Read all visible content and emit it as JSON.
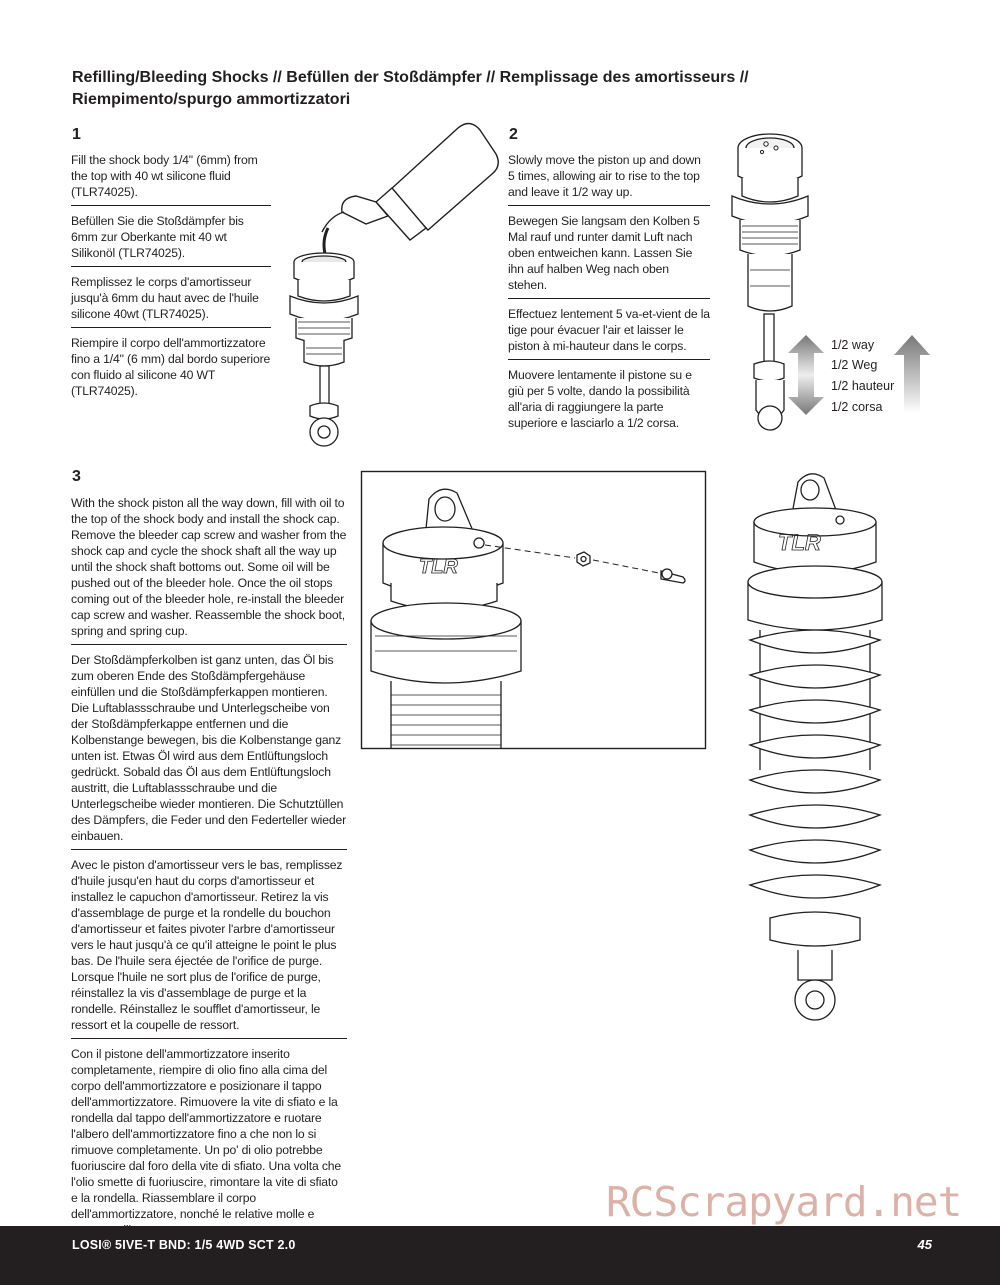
{
  "page_title": {
    "line1": "Refilling/Bleeding Shocks // Befüllen der Stoßdämpfer // Remplissage des amortisseurs //",
    "line2": "Riempimento/spurgo ammortizzatori"
  },
  "step1": {
    "number": "1",
    "paragraphs": [
      "Fill the shock body 1/4\" (6mm) from the top with 40 wt silicone fluid (TLR74025).",
      "Befüllen Sie die Stoßdämpfer bis 6mm zur Oberkante mit 40 wt Silikonöl (TLR74025).",
      "Remplissez le corps d'amortisseur jusqu'à 6mm du haut avec de l'huile silicone 40wt (TLR74025).",
      "Riempire il corpo dell'ammortizzatore fino a 1/4\" (6 mm) dal bordo superiore con fluido al silicone 40 WT (TLR74025)."
    ]
  },
  "step2": {
    "number": "2",
    "paragraphs": [
      "Slowly move the piston up and down 5 times, allowing air to rise to the top and leave it 1/2 way up.",
      "Bewegen Sie langsam den Kolben 5 Mal rauf und runter damit Luft nach oben entweichen kann. Lassen Sie ihn auf halben Weg nach oben stehen.",
      "Effectuez lentement 5 va-et-vient de la tige pour évacuer l'air et laisser le piston à mi-hauteur dans le corps.",
      "Muovere lentamente il pistone su e giù per 5 volte, dando la possibilità all'aria di raggiungere la parte superiore e lasciarlo a 1/2 corsa."
    ],
    "labels": [
      "1/2 way",
      "1/2 Weg",
      "1/2 hauteur",
      "1/2 corsa"
    ]
  },
  "step3": {
    "number": "3",
    "paragraphs": [
      "With the shock piston all the way down, fill with oil to the top of the shock body and install the shock cap. Remove the bleeder cap screw and washer from the shock cap and cycle the shock shaft all the way up until the shock shaft bottoms out. Some oil will be pushed out of the bleeder hole. Once the oil stops coming out of the bleeder hole, re-install the bleeder cap screw and washer. Reassemble the shock boot, spring and spring cup.",
      "Der Stoßdämpferkolben ist ganz unten, das Öl bis zum oberen Ende des Stoßdämpfergehäuse einfüllen und die Stoßdämpferkappen montieren. Die Luftablassschraube und Unterlegscheibe von der Stoßdämpferkappe entfernen und die Kolbenstange bewegen, bis die Kolbenstange ganz unten ist. Etwas Öl wird aus dem Entlüftungsloch gedrückt. Sobald das Öl aus dem Entlüftungsloch austritt, die Luftablassschraube und die Unterlegscheibe wieder montieren. Die Schutztüllen des Dämpfers, die Feder und den Federteller wieder einbauen.",
      "Avec le piston d'amortisseur vers le bas, remplissez d'huile jusqu'en haut du corps d'amortisseur et installez le capuchon d'amortisseur. Retirez la vis d'assemblage de purge et la rondelle du bouchon d'amortisseur et faites pivoter l'arbre d'amortisseur vers le haut jusqu'à ce qu'il atteigne le point le plus bas. De l'huile sera éjectée de l'orifice de purge. Lorsque l'huile ne sort plus de l'orifice de purge, réinstallez la vis d'assemblage de purge et la rondelle. Réinstallez le soufflet d'amortisseur, le ressort et la coupelle de ressort.",
      "Con il pistone dell'ammortizzatore inserito completamente, riempire di olio fino alla cima del corpo dell'ammortizzatore e posizionare il tappo dell'ammortizzatore. Rimuovere la vite di sfiato e la rondella dal tappo dell'ammortizzatore e ruotare l'albero dell'ammortizzatore fino a che non lo si rimuove completamente. Un po' di olio potrebbe fuoriuscire dal foro della vite di sfiato. Una volta che l'olio smette di fuoriuscire, rimontare la vite di sfiato e la rondella. Riassemblare il corpo dell'ammortizzatore, nonché le relative molle e coppe molli."
    ]
  },
  "illustration": {
    "cap_logo": "TLR"
  },
  "footer": {
    "product": "LOSI® 5IVE-T BND: 1/5 4WD SCT 2.0",
    "page_number": "45"
  },
  "watermark": "RCScrapyard.net",
  "icons": [
    "oil-bottle-icon",
    "shock-body-icon",
    "up-down-arrow-icon",
    "up-arrow-icon",
    "shock-cap-detail-icon",
    "assembled-shock-icon"
  ]
}
